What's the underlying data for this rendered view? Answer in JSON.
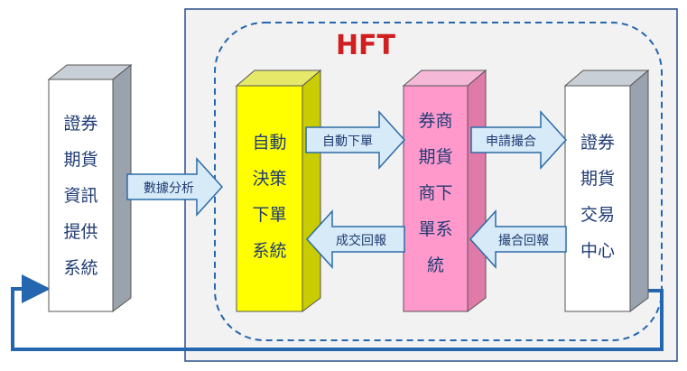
{
  "title": "HFT",
  "colors": {
    "title": "#d11f1f",
    "box_border": "#2b4f8a",
    "column_front": "#ffffff",
    "column_side": "#9aa3ad",
    "yellow_front": "#ffff00",
    "yellow_side": "#c9cc00",
    "pink_front": "#ff99cc",
    "pink_side": "#e07aa9",
    "arrow_fill": "#d7eaf7",
    "loop_arrow": "#2466b0"
  },
  "columns": {
    "info_provider": [
      "證券",
      "期貨",
      "資訊",
      "提供",
      "系統"
    ],
    "auto_decision": [
      "自動",
      "決策",
      "下單",
      "系統"
    ],
    "broker_order": [
      "券商",
      "期貨",
      "商下",
      "單系",
      "統"
    ],
    "exchange": [
      "證券",
      "期貨",
      "交易",
      "中心"
    ]
  },
  "arrows": {
    "data_analysis": "數據分析",
    "auto_order": "自動下單",
    "fill_report": "成交回報",
    "request_match": "申請撮合",
    "match_report": "撮合回報"
  }
}
